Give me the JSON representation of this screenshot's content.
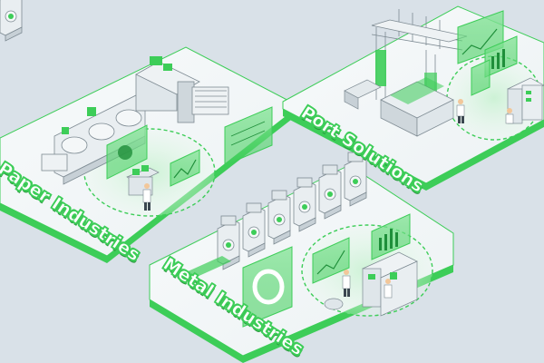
{
  "scene": {
    "accent_color": "#3dcd58",
    "background_color": "#d9e1e8",
    "platforms": [
      {
        "key": "paper",
        "label": "Paper Industries"
      },
      {
        "key": "port",
        "label": "Port Solutions"
      },
      {
        "key": "metal",
        "label": "Metal Industries"
      }
    ]
  }
}
